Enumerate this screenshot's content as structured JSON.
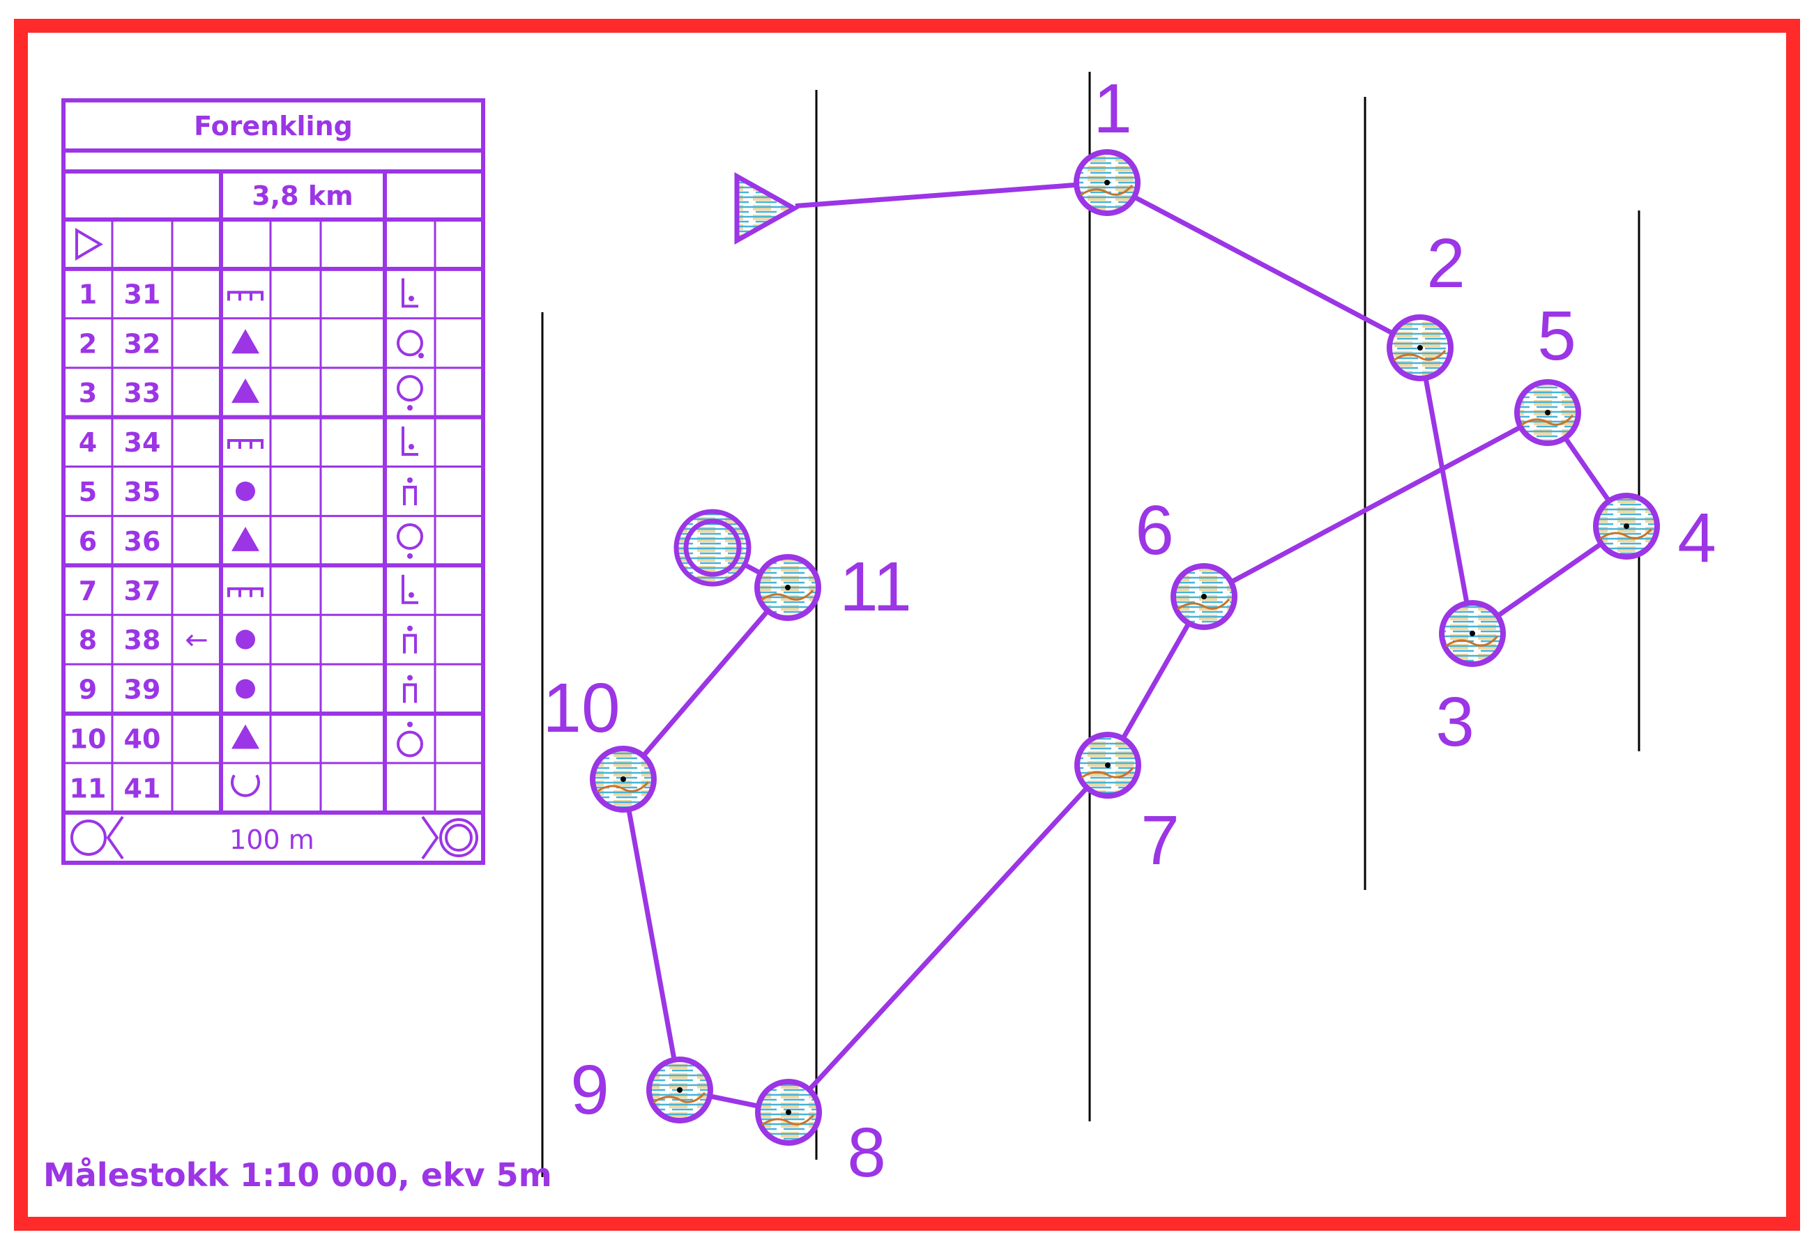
{
  "colors": {
    "course": "#9b35e6",
    "frame": "#ff2a2a",
    "meridian": "#000000"
  },
  "description": {
    "title": "Forenkling",
    "length": "3,8 km",
    "start_symbol": "start-triangle-icon",
    "rows": [
      {
        "n": "1",
        "code": "31",
        "dir": "",
        "feature": "trench",
        "position": "corner-dot"
      },
      {
        "n": "2",
        "code": "32",
        "dir": "",
        "feature": "triangle",
        "position": "circle-dot-se"
      },
      {
        "n": "3",
        "code": "33",
        "dir": "",
        "feature": "triangle",
        "position": "circle-dot-s"
      },
      {
        "n": "4",
        "code": "34",
        "dir": "",
        "feature": "trench",
        "position": "corner-dot"
      },
      {
        "n": "5",
        "code": "35",
        "dir": "",
        "feature": "dot",
        "position": "foot-dot"
      },
      {
        "n": "6",
        "code": "36",
        "dir": "",
        "feature": "triangle",
        "position": "circle-dot-s"
      },
      {
        "n": "7",
        "code": "37",
        "dir": "",
        "feature": "trench",
        "position": "corner-dot"
      },
      {
        "n": "8",
        "code": "38",
        "dir": "←",
        "feature": "dot",
        "position": "foot-dot"
      },
      {
        "n": "9",
        "code": "39",
        "dir": "",
        "feature": "dot",
        "position": "foot-dot"
      },
      {
        "n": "10",
        "code": "40",
        "dir": "",
        "feature": "triangle",
        "position": "circle-dot-n"
      },
      {
        "n": "11",
        "code": "41",
        "dir": "",
        "feature": "cup",
        "position": ""
      }
    ],
    "footer": "100 m"
  },
  "scale_text": "Målestokk 1:10 000, ekv 5m",
  "controls": [
    {
      "label": "1"
    },
    {
      "label": "2"
    },
    {
      "label": "3"
    },
    {
      "label": "4"
    },
    {
      "label": "5"
    },
    {
      "label": "6"
    },
    {
      "label": "7"
    },
    {
      "label": "8"
    },
    {
      "label": "9"
    },
    {
      "label": "10"
    },
    {
      "label": "11"
    }
  ]
}
